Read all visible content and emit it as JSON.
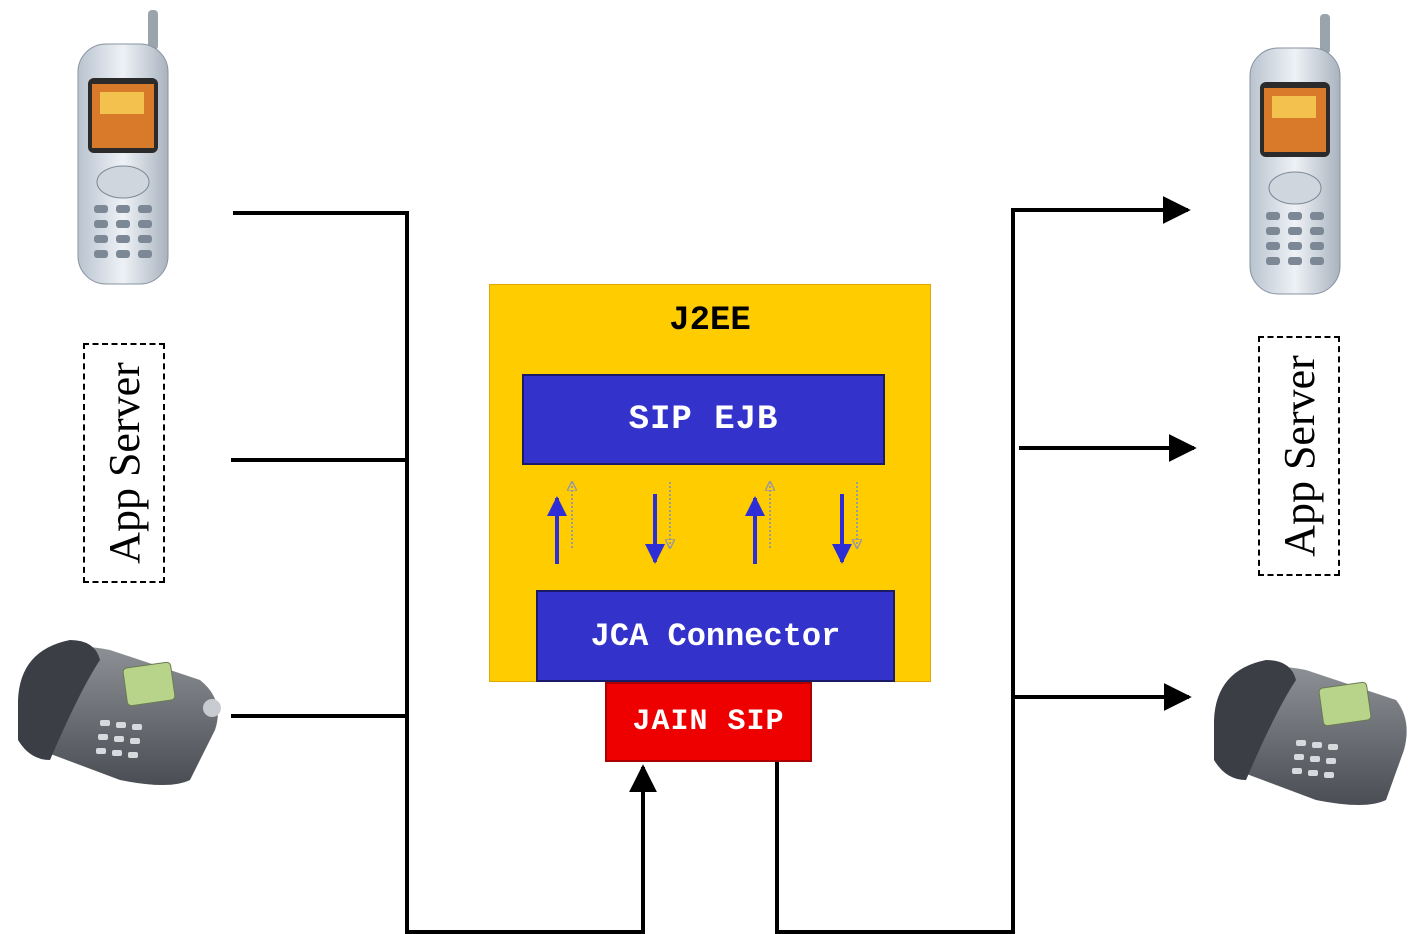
{
  "diagram": {
    "container_label": "J2EE",
    "sip_ejb_label": "SIP EJB",
    "jca_label": "JCA Connector",
    "jain_label": "JAIN SIP",
    "left_server_label": "App Server",
    "right_server_label": "App Server"
  },
  "colors": {
    "container": "#ffcc00",
    "component": "#3333cc",
    "stack": "#ee0000"
  },
  "icons": {
    "left_top": "mobile-phone-icon",
    "left_bottom": "desk-phone-icon",
    "right_top": "mobile-phone-icon",
    "right_bottom": "desk-phone-icon"
  }
}
